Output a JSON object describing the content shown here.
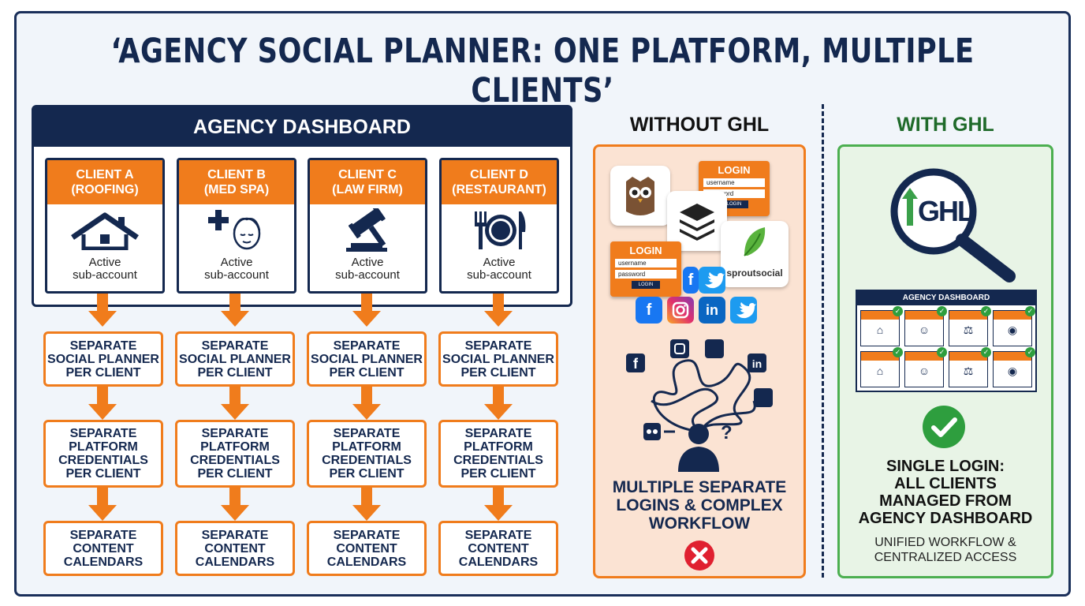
{
  "title": "‘AGENCY SOCIAL PLANNER: ONE PLATFORM, MULTIPLE CLIENTS’",
  "dashboard": {
    "header": "AGENCY DASHBOARD"
  },
  "clients": [
    {
      "line1": "CLIENT A",
      "line2": "(ROOFING)",
      "icon": "house-icon",
      "sub1": "Active",
      "sub2": "sub-account"
    },
    {
      "line1": "CLIENT B",
      "line2": "(MED SPA)",
      "icon": "spa-face-icon",
      "sub1": "Active",
      "sub2": "sub-account"
    },
    {
      "line1": "CLIENT C",
      "line2": "(LAW FIRM)",
      "icon": "gavel-icon",
      "sub1": "Active",
      "sub2": "sub-account"
    },
    {
      "line1": "CLIENT D",
      "line2": "(RESTAURANT)",
      "icon": "plate-fork-knife-icon",
      "sub1": "Active",
      "sub2": "sub-account"
    }
  ],
  "steps": {
    "planner": [
      "SEPARATE",
      "SOCIAL PLANNER",
      "PER CLIENT"
    ],
    "credentials": [
      "SEPARATE",
      "PLATFORM",
      "CREDENTIALS",
      "PER CLIENT"
    ],
    "calendars": [
      "SEPARATE",
      "CONTENT",
      "CALENDARS"
    ]
  },
  "without": {
    "title": "WITHOUT GHL",
    "login": {
      "title": "LOGIN",
      "username": "username",
      "password": "password",
      "button": "LOGIN"
    },
    "sprout": "sproutsocial",
    "caption": [
      "MULTIPLE SEPARATE",
      "LOGINS & COMPLEX",
      "WORKFLOW"
    ],
    "status_icon": "red-x-icon"
  },
  "with": {
    "title": "WITH GHL",
    "logo": "GHL",
    "mini_header": "AGENCY DASHBOARD",
    "caption": [
      "SINGLE LOGIN:",
      "ALL CLIENTS",
      "MANAGED FROM",
      "AGENCY DASHBOARD"
    ],
    "subcaption": [
      "UNIFIED WORKFLOW &",
      "CENTRALIZED ACCESS"
    ],
    "status_icon": "green-check-icon"
  },
  "colors": {
    "navy": "#14284f",
    "orange": "#f07c1c",
    "green": "#4caf50",
    "red": "#e02030"
  }
}
